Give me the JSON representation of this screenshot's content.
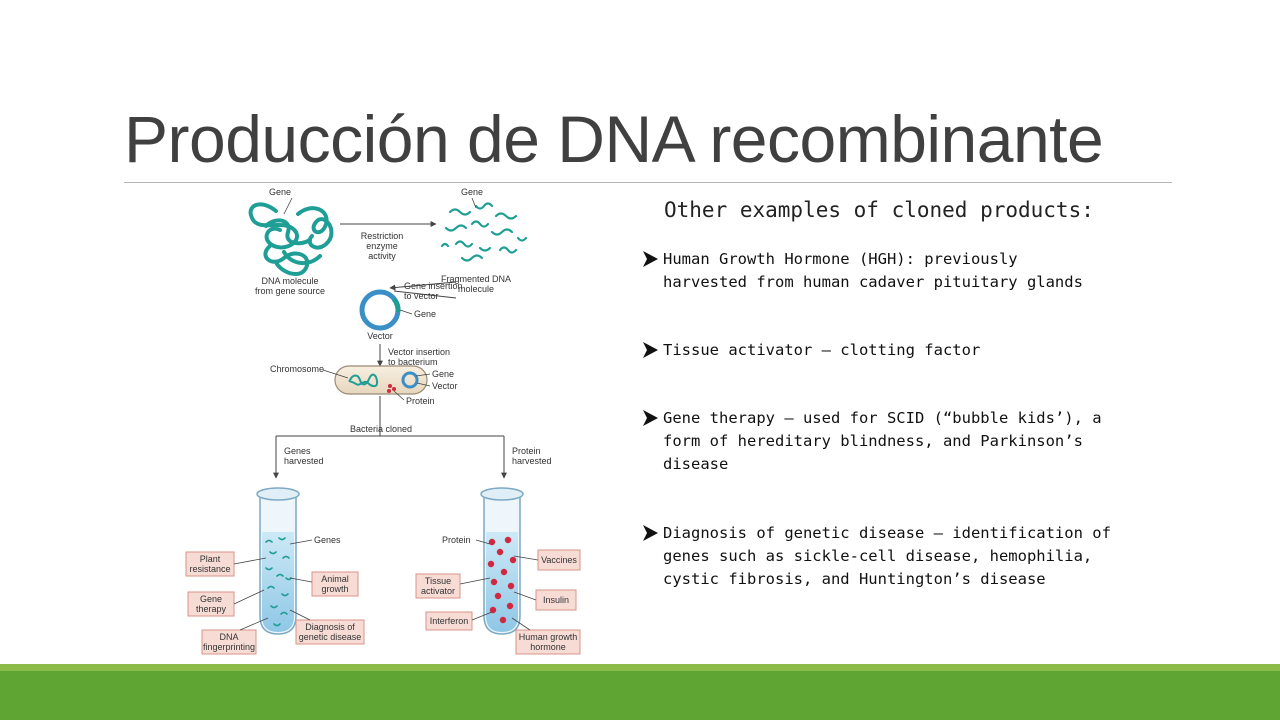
{
  "slide": {
    "title": "Producción de DNA recombinante",
    "subheading": "Other examples of cloned products:",
    "bullets": [
      "Human Growth Hormone (HGH): previously\nharvested from human cadaver pituitary glands",
      "Tissue activator – clotting factor",
      "Gene therapy – used for SCID (“bubble kids’), a\nform of hereditary blindness, and Parkinson’s\ndisease",
      "Diagnosis of genetic disease – identification of\ngenes such as sickle-cell disease, hemophilia,\ncystic fibrosis, and Huntington’s disease"
    ]
  },
  "diagram": {
    "labels": {
      "gene_top_left": "Gene",
      "gene_top_right": "Gene",
      "restriction_1": "Restriction",
      "restriction_2": "enzyme",
      "restriction_3": "activity",
      "dna_source_1": "DNA molecule",
      "dna_source_2": "from gene source",
      "fragmented_1": "Fragmented DNA",
      "fragmented_2": "molecule",
      "gene_insertion_1": "Gene insertion",
      "gene_insertion_2": "to vector",
      "vector_gene": "Gene",
      "vector": "Vector",
      "vector_insertion_1": "Vector insertion",
      "vector_insertion_2": "to bacterium",
      "chromosome": "Chromosome",
      "bacterium_gene": "Gene",
      "bacterium_vector": "Vector",
      "bacterium_protein": "Protein",
      "bacteria_cloned": "Bacteria cloned",
      "genes_harvested_1": "Genes",
      "genes_harvested_2": "harvested",
      "protein_harvested_1": "Protein",
      "protein_harvested_2": "harvested",
      "genes": "Genes",
      "protein": "Protein",
      "plant_resistance_1": "Plant",
      "plant_resistance_2": "resistance",
      "gene_therapy_1": "Gene",
      "gene_therapy_2": "therapy",
      "dna_fingerprinting_1": "DNA",
      "dna_fingerprinting_2": "fingerprinting",
      "animal_growth_1": "Animal",
      "animal_growth_2": "growth",
      "diagnosis_1": "Diagnosis of",
      "diagnosis_2": "genetic disease",
      "tissue_activator_1": "Tissue",
      "tissue_activator_2": "activator",
      "interferon": "Interferon",
      "vaccines": "Vaccines",
      "insulin": "Insulin",
      "hgh_1": "Human growth",
      "hgh_2": "hormone"
    }
  },
  "colors": {
    "title": "#404040",
    "accent_green_light": "#8dbb49",
    "accent_green_dark": "#5ea533",
    "dna_teal": "#1f9e96",
    "label_box_fill": "#f7dcd6",
    "label_box_stroke": "#d9958a",
    "protein_red": "#d0283e"
  }
}
